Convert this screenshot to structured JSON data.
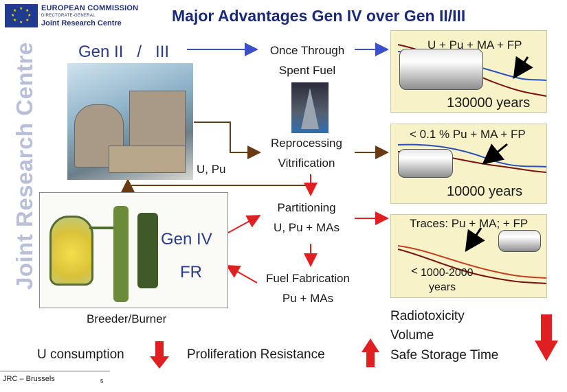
{
  "header": {
    "org_name": "EUROPEAN COMMISSION",
    "org_sub": "DIRECTORATE-GENERAL",
    "org_centre": "Joint Research Centre",
    "title": "Major Advantages Gen IV over Gen II/III",
    "side_brand": "Joint Research Centre"
  },
  "flow": {
    "gen2_label": "Gen II   /   III",
    "once_through_1": "Once Through",
    "once_through_2": "Spent Fuel",
    "reprocessing_1": "Reprocessing",
    "reprocessing_2": "Vitrification",
    "u_pu": "U, Pu",
    "partitioning_1": "Partitioning",
    "partitioning_2": "U, Pu + MAs",
    "gen4_label": "Gen IV",
    "fr_label": "FR",
    "fuel_fab_1": "Fuel Fabrication",
    "fuel_fab_2": "Pu + MAs",
    "breeder": "Breeder/Burner"
  },
  "charts": {
    "c1_caption": "U + Pu + MA + FP",
    "c1_years": "130000 years",
    "c2_caption": "< 0.1 % Pu + MA + FP",
    "c2_years": "10000 years",
    "c3_caption": "Traces: Pu + MA; + FP",
    "c3_years_prefix": "<",
    "c3_years_1": "1000-2000",
    "c3_years_2": "years"
  },
  "bottom": {
    "u_consumption": "U consumption",
    "proliferation": "Proliferation Resistance",
    "radio_1": "Radiotoxicity",
    "radio_2": "Volume",
    "radio_3": "Safe Storage Time"
  },
  "footer": {
    "location": "JRC – Brussels",
    "page": "5"
  },
  "colors": {
    "arrow_blue": "#3a4fc8",
    "arrow_brown": "#6a3a12",
    "arrow_red": "#e02020",
    "title_blue": "#1b2a78"
  }
}
